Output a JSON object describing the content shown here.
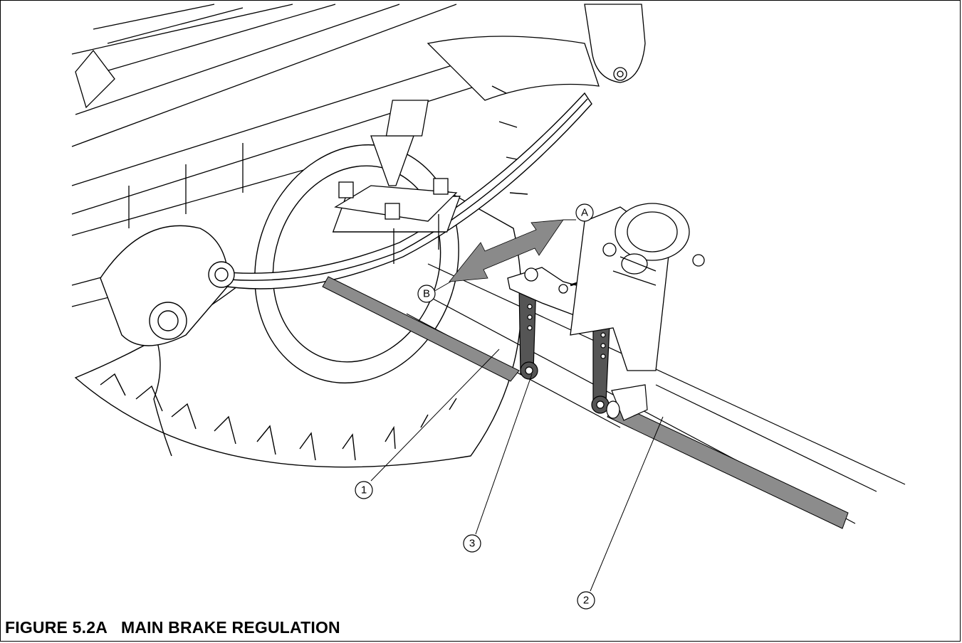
{
  "figure": {
    "number": "FIGURE 5.2A",
    "title": "MAIN BRAKE REGULATION"
  },
  "callouts": {
    "one": "1",
    "two": "2",
    "three": "3",
    "a": "A",
    "b": "B"
  },
  "colors": {
    "line": "#000000",
    "rod": "#8c8c8c",
    "arrow": "#8a8a8a",
    "lever": "#555555",
    "background": "#ffffff"
  }
}
